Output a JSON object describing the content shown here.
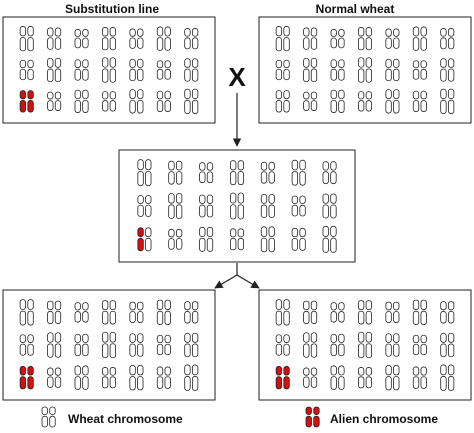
{
  "titles": {
    "substitution": "Substitution line",
    "normal": "Normal wheat"
  },
  "cross_symbol": "X",
  "legend": {
    "wheat": "Wheat chromosome",
    "alien": "Alien chromosome"
  },
  "colors": {
    "wheat_fill": "#ffffff",
    "alien_fill": "#d40f0f",
    "outline": "#222222"
  },
  "panels": [
    {
      "id": "substitution-line",
      "alien_cell": [
        0,
        2
      ],
      "alien_type": "pair"
    },
    {
      "id": "normal-wheat",
      "alien_cell": null,
      "alien_type": null
    },
    {
      "id": "f1-hybrid",
      "alien_cell": [
        0,
        2
      ],
      "alien_type": "single"
    },
    {
      "id": "offspring-left",
      "alien_cell": [
        0,
        2
      ],
      "alien_type": "pair"
    },
    {
      "id": "offspring-right",
      "alien_cell": [
        0,
        2
      ],
      "alien_type": "pair"
    }
  ],
  "karyotype": {
    "rows": 3,
    "cols": 7
  }
}
